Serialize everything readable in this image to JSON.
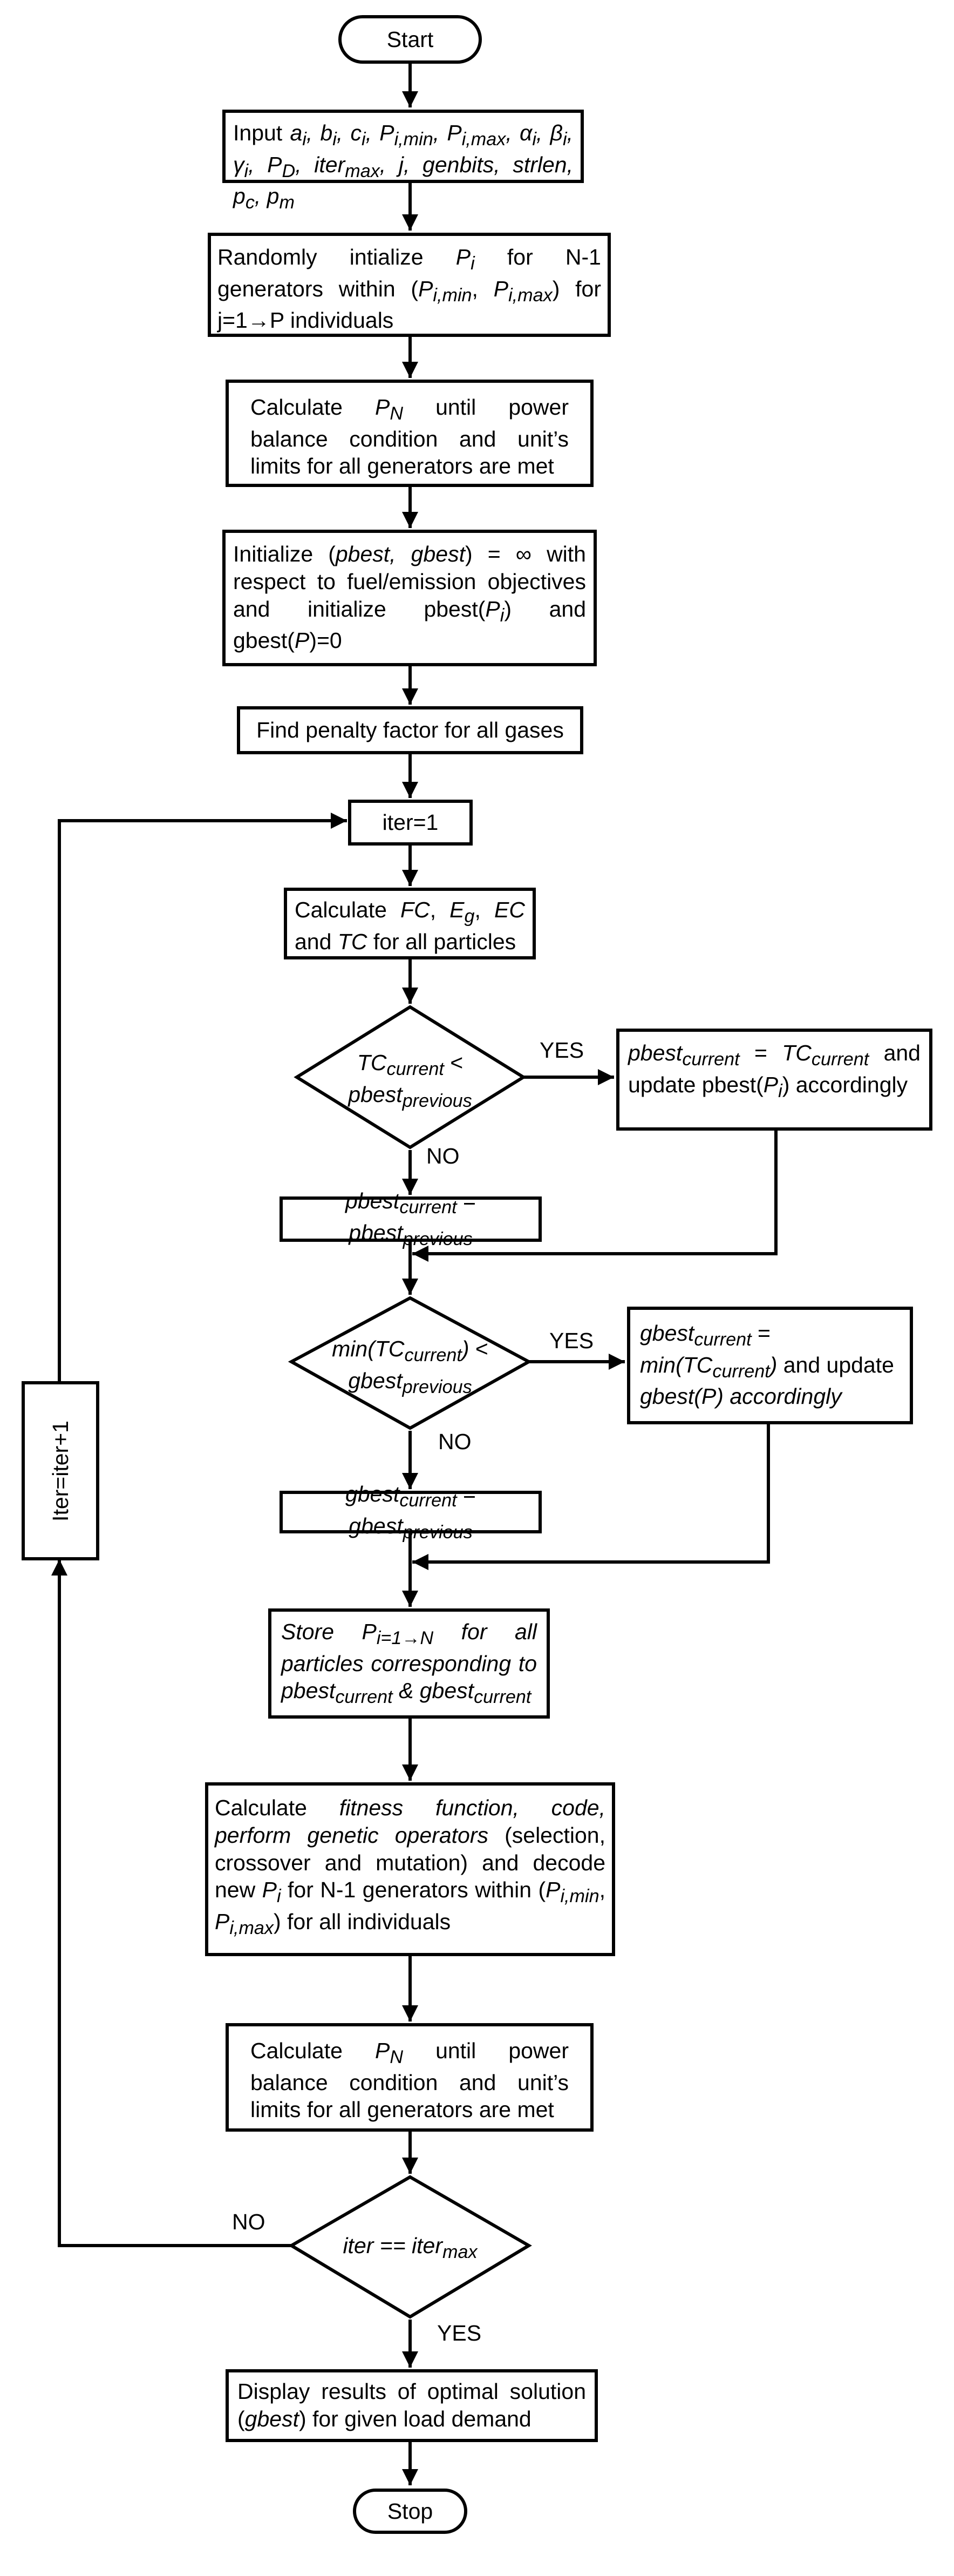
{
  "flowchart": {
    "start": "Start",
    "stop": "Stop",
    "input": "Input <i>a<sub>i</sub>, b<sub>i</sub>, c<sub>i</sub>, P<sub>i,min</sub>, P<sub>i,max</sub>, α<sub>i</sub>, β<sub>i</sub>, γ<sub>i</sub>, P<sub>D</sub>, iter<sub>max</sub>, j, genbits, strlen, p<sub>c</sub>, p<sub>m</sub></i>",
    "random_init": "Randomly intialize <i>P<sub>i</sub></i> for N-1 generators within (<i>P<sub>i,min</sub></i>, <i>P<sub>i,max</sub></i>) for j=1→P individuals",
    "calc_pn_1": "Calculate <i>P<sub>N</sub></i> until power balance condition and unit’s limits for all generators are met",
    "init_best": "Initialize (<i>pbest, gbest</i>) = ∞ with respect to fuel/emission objectives and initialize pbest(<i>P<sub>i</sub></i>) and gbest(<i>P</i>)=0",
    "penalty": "Find penalty factor for all gases",
    "iter_init": "iter=1",
    "calc_costs": "Calculate <i>FC</i>, <i>E<sub>g</sub></i>, <i>EC</i> and <i>TC</i> for all particles",
    "decision_pbest": "<i>TC<sub>current</sub></i> &lt;<br><i>pbest<sub>previous</sub></i>",
    "pbest_update": "<i>pbest<sub>current</sub></i> = <i>TC<sub>current</sub></i> and update pbest(<i>P<sub>i</sub></i>) accordingly",
    "pbest_keep": "<i>pbest<sub>current</sub></i> = <i>pbest<sub>previous</sub></i>",
    "decision_gbest": "<i>min(TC<sub>current</sub>)</i> &lt;<br><i>gbest<sub>previous</sub></i>",
    "gbest_update": "<i>gbest<sub>current</sub></i> = <i>min(TC<sub>current</sub>)</i> and update <i>gbest(P) accordingly</i>",
    "gbest_keep": "<i>gbest<sub>current</sub></i> = <i>gbest<sub>previous</sub></i>",
    "store": "<i>Store P<sub>i=1→N</sub> for all particles corresponding to pbest<sub>current</sub> &amp; gbest<sub>current</sub></i>",
    "genetic": "Calculate <i>fitness function, code, perform genetic operators</i> (selection, crossover and mutation) and decode new <i>P<sub>i</sub></i> for N-1 generators within (<i>P<sub>i,min</sub></i>, <i>P<sub>i,max</sub></i>) for all individuals",
    "calc_pn_2": "Calculate <i>P<sub>N</sub></i> until power balance condition and unit’s limits for all generators are met",
    "decision_iter": "<i>iter == iter<sub>max</sub></i>",
    "iter_increment": "Iter=iter+1",
    "display": "Display results of optimal solution (<i>gbest</i>) for given load demand",
    "yes": "YES",
    "no": "NO"
  }
}
